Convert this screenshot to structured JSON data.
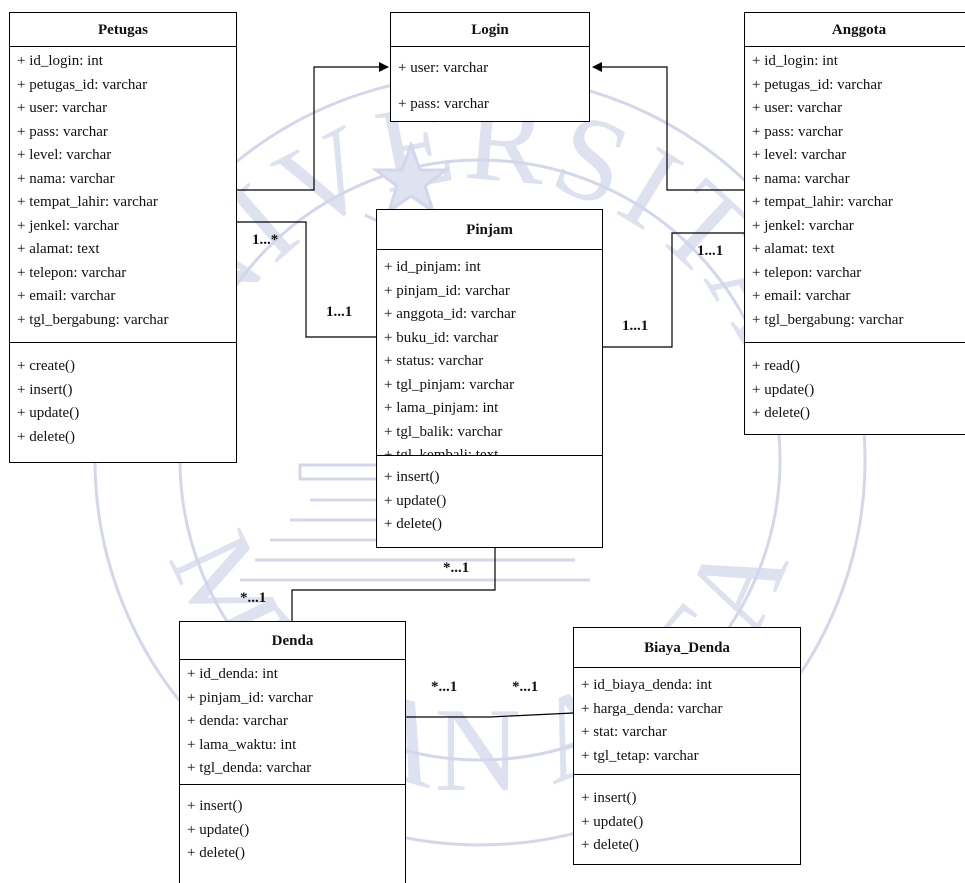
{
  "classes": {
    "petugas": {
      "name": "Petugas",
      "attributes": [
        "+ id_login: int",
        "+ petugas_id: varchar",
        "+ user: varchar",
        "+ pass: varchar",
        "+ level: varchar",
        "+ nama: varchar",
        "+ tempat_lahir: varchar",
        "+ jenkel: varchar",
        "+ alamat: text",
        "+ telepon: varchar",
        "+ email:  varchar",
        "+ tgl_bergabung: varchar"
      ],
      "methods": [
        "+ create()",
        "+ insert()",
        "+ update()",
        "+ delete()"
      ]
    },
    "login": {
      "name": "Login",
      "attributes": [
        "+ user: varchar",
        "+ pass: varchar"
      ],
      "methods": []
    },
    "anggota": {
      "name": "Anggota",
      "attributes": [
        "+ id_login: int",
        "+ petugas_id: varchar",
        "+ user: varchar",
        "+ pass: varchar",
        "+ level: varchar",
        "+ nama: varchar",
        "+ tempat_lahir: varchar",
        "+ jenkel: varchar",
        "+ alamat: text",
        "+ telepon: varchar",
        "+ email:  varchar",
        "+ tgl_bergabung: varchar"
      ],
      "methods": [
        "+ read()",
        "+ update()",
        "+ delete()"
      ]
    },
    "pinjam": {
      "name": "Pinjam",
      "attributes": [
        "+ id_pinjam: int",
        "+ pinjam_id: varchar",
        "+ anggota_id: varchar",
        "+ buku_id: varchar",
        "+ status: varchar",
        "+ tgl_pinjam: varchar",
        "+ lama_pinjam: int",
        "+ tgl_balik: varchar",
        "+ tgl_kembali: text"
      ],
      "methods": [
        "+ insert()",
        "+ update()",
        "+ delete()"
      ]
    },
    "denda": {
      "name": "Denda",
      "attributes": [
        "+ id_denda: int",
        "+ pinjam_id: varchar",
        "+ denda: varchar",
        "+ lama_waktu: int",
        "+ tgl_denda: varchar"
      ],
      "methods": [
        "+ insert()",
        "+ update()",
        "+ delete()"
      ]
    },
    "biaya_denda": {
      "name": "Biaya_Denda",
      "attributes": [
        "+ id_biaya_denda: int",
        "+ harga_denda: varchar",
        "+ stat: varchar",
        "+ tgl_tetap: varchar"
      ],
      "methods": [
        "+ insert()",
        "+ update()",
        "+ delete()"
      ]
    }
  },
  "multiplicities": {
    "petugas_pinjam_left": "1...*",
    "petugas_pinjam_right": "1...1",
    "pinjam_anggota_left": "1...1",
    "pinjam_anggota_right": "1...1",
    "pinjam_denda_top": "*...1",
    "pinjam_denda_bottom": "*...1",
    "denda_biaya_left": "*...1",
    "denda_biaya_right": "*...1"
  },
  "watermark": {
    "text_top": "UNIVERSITAS",
    "text_bottom": "MEDAN AREA",
    "color": "#c9cee6"
  }
}
